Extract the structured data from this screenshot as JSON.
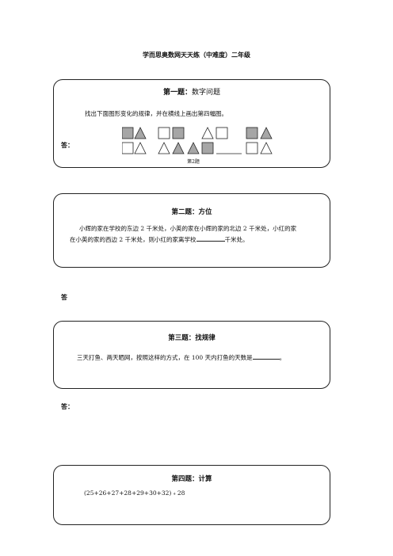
{
  "page_title": "学而思奥数网天天练（中难度）二年级",
  "q1": {
    "title_bold": "第一题：",
    "title_rest": "数字问题",
    "text": "找出下面图形变化的规律，并在横线上画出第四幅图。",
    "answer_label": "答：",
    "caption": "第2题",
    "fill_gray": "#a6a6a6"
  },
  "q2": {
    "title": "第二题：方位",
    "line1": "小辉的家在学校的东边 2 千米处，小英的家在小辉的家的北边 2 千米处，小红的家",
    "line2_a": "在小英的家的西边 2 千米处，则小红的家离学校",
    "line2_b": "千米处。",
    "answer_label": "答"
  },
  "q3": {
    "title": "第三题：找规律",
    "text_a": "三天打鱼、两天晒网，按照这样的方式，在 100 天内打鱼的天数是",
    "text_b": "。",
    "answer_label": "答："
  },
  "q4": {
    "title": "第四题：计算",
    "expression": "(25+26+27+28+29+30+32)﹢28"
  }
}
